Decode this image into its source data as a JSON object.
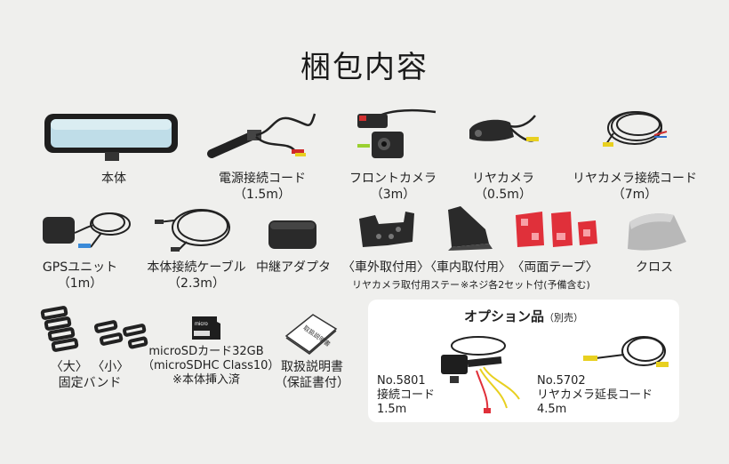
{
  "title": "梱包内容",
  "items": {
    "body": {
      "name": "本体"
    },
    "power_cord": {
      "name": "電源接続コード",
      "spec": "（1.5m）"
    },
    "front_camera": {
      "name": "フロントカメラ",
      "spec": "（3m）"
    },
    "rear_camera": {
      "name": "リヤカメラ",
      "spec": "（0.5m）"
    },
    "rear_camera_cord": {
      "name": "リヤカメラ接続コード",
      "spec": "（7m）"
    },
    "gps_unit": {
      "name": "GPSユニット",
      "spec": "（1m）"
    },
    "body_cable": {
      "name": "本体接続ケーブル",
      "spec": "（2.3m）"
    },
    "relay_adapter": {
      "name": "中継アダプタ"
    },
    "ext_mount": {
      "name": "〈車外取付用〉"
    },
    "int_mount": {
      "name": "〈車内取付用〉"
    },
    "double_tape": {
      "name": "〈両面テープ〉"
    },
    "cloth": {
      "name": "クロス"
    },
    "stay_note": "リヤカメラ取付用ステー",
    "screw_note": "※ネジ各2セット付(予備含む)",
    "bands": {
      "sizes": "〈大〉 〈小〉",
      "name": "固定バンド"
    },
    "sd_card": {
      "line1": "microSDカード32GB",
      "line2": "（microSDHC Class10）",
      "line3": "※本体挿入済",
      "card_text": "micro"
    },
    "manual": {
      "line1": "取扱説明書",
      "line2": "（保証書付）",
      "booklet_text": "取扱説明書"
    }
  },
  "options": {
    "title": "オプション品",
    "title_note": "（別売）",
    "opt1": {
      "no": "No.5801",
      "name": "接続コード",
      "length": "1.5m"
    },
    "opt2": {
      "no": "No.5702",
      "name": "リヤカメラ延長コード",
      "length": "4.5m"
    }
  },
  "colors": {
    "background": "#efefed",
    "option_box": "#ffffff",
    "accent_yellow": "#e8d020",
    "accent_red": "#e0303a"
  }
}
